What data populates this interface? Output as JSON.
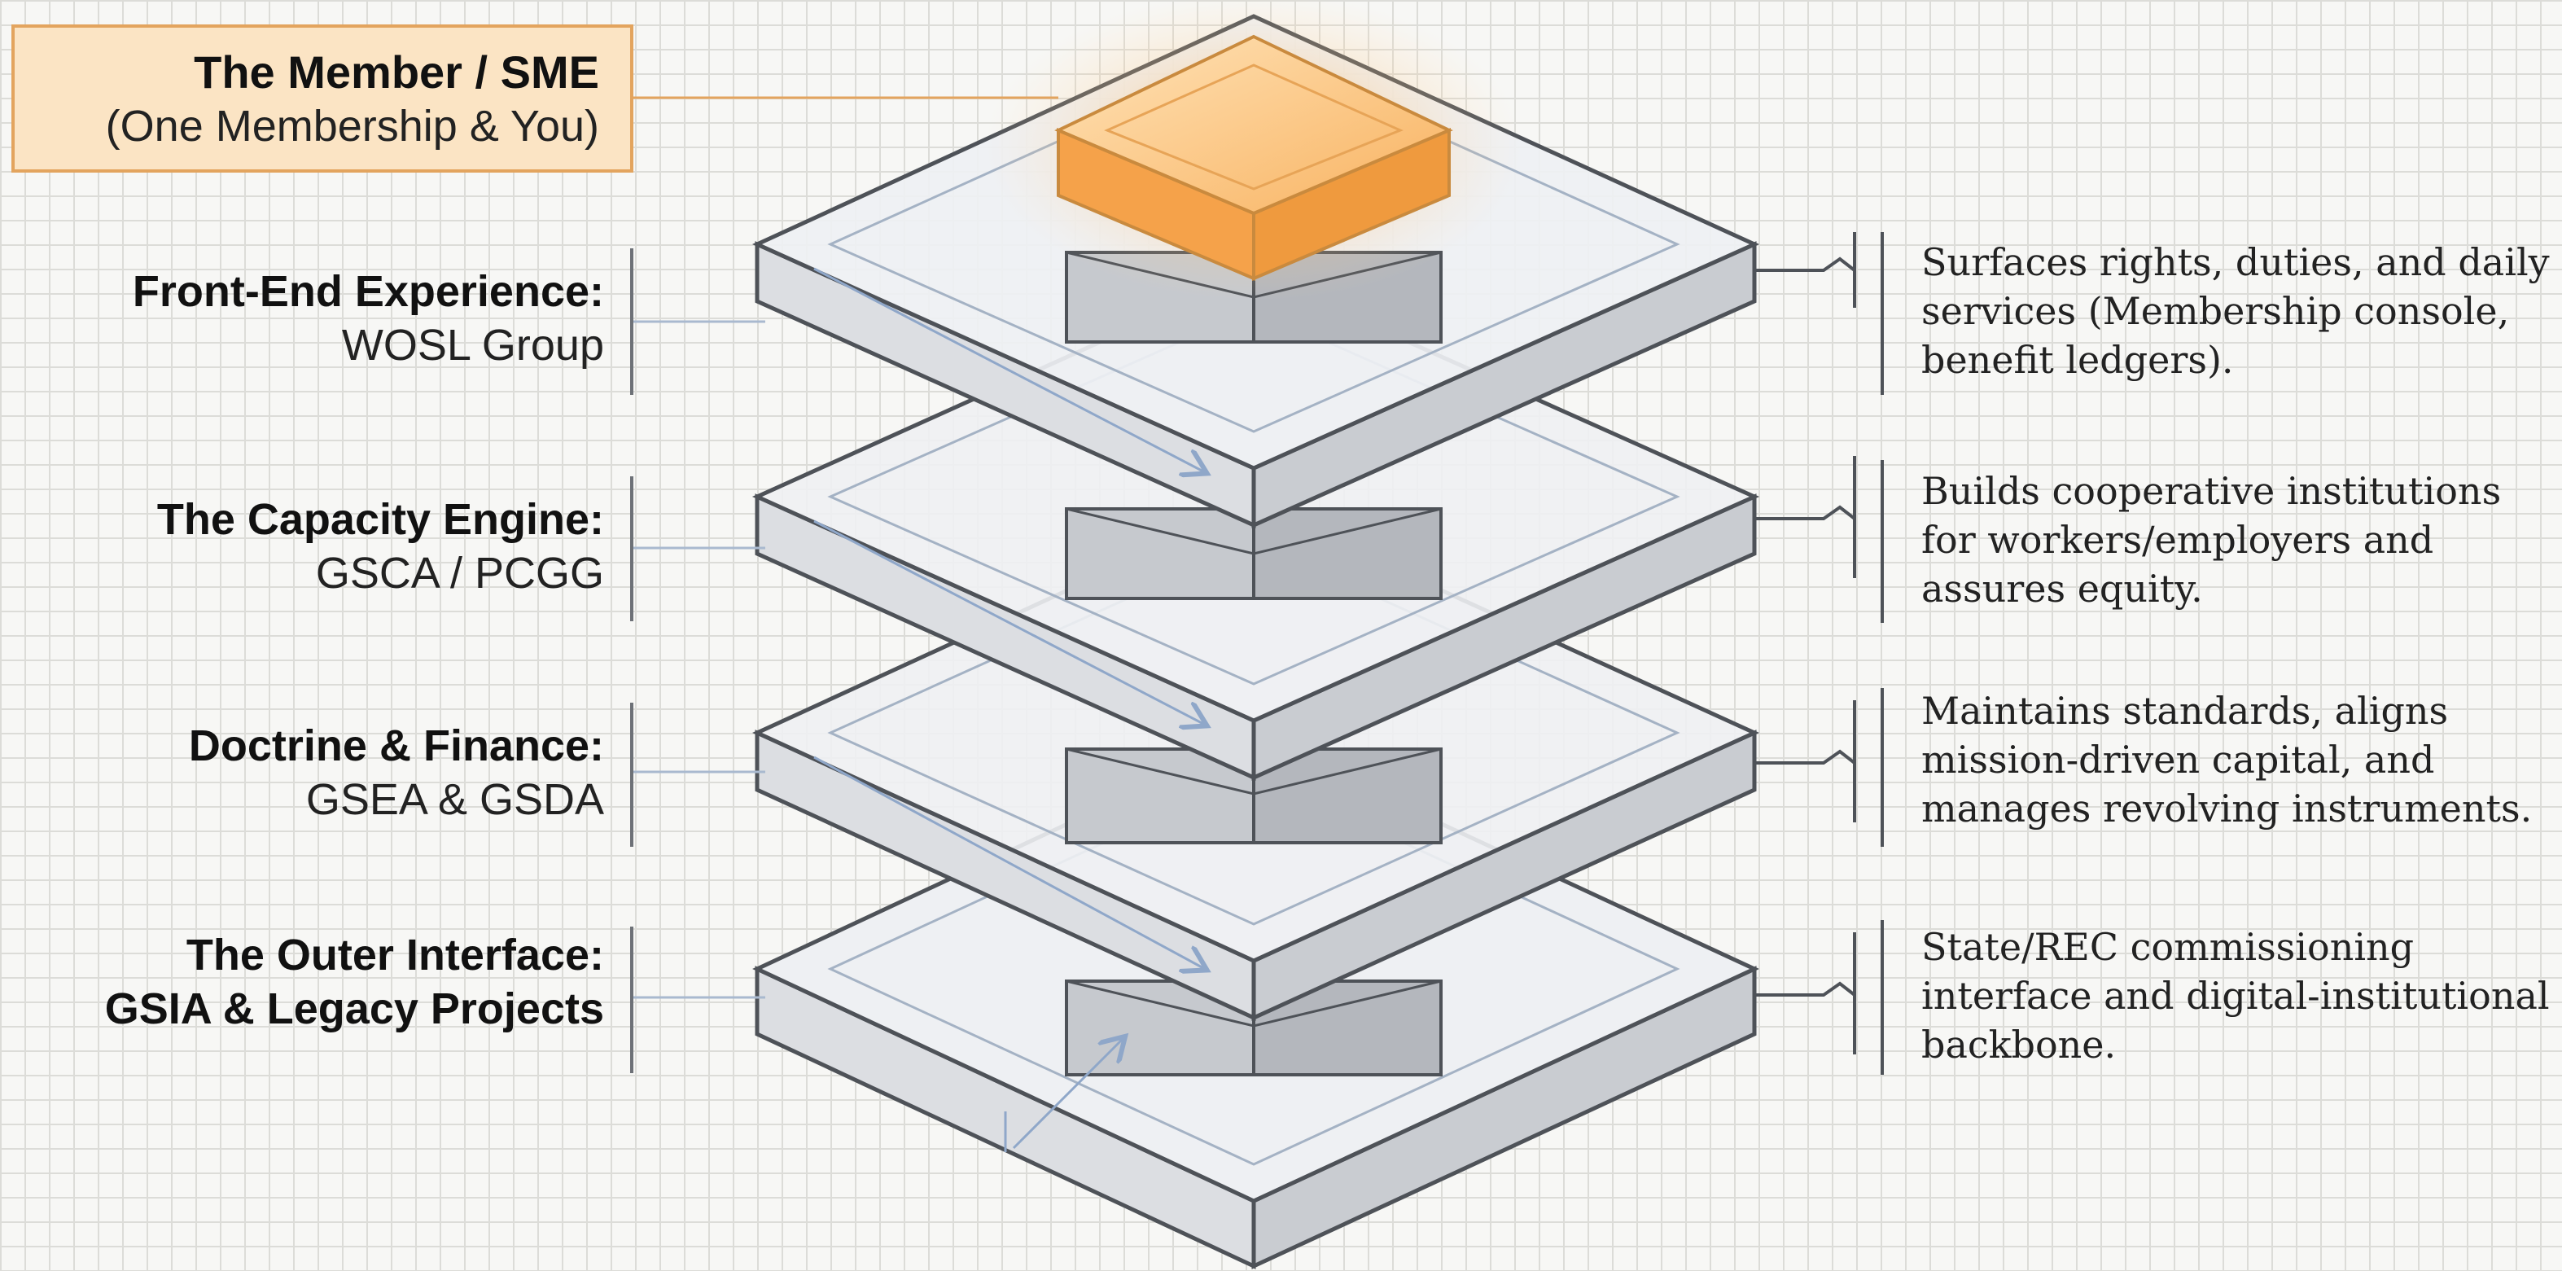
{
  "member": {
    "title": "The Member / SME",
    "subtitle": "(One Membership & You)"
  },
  "layers": [
    {
      "left_title": "Front-End Experience:",
      "left_sub": "WOSL Group",
      "description": [
        "Surfaces rights, duties, and daily",
        "services (Membership console,",
        "benefit ledgers)."
      ]
    },
    {
      "left_title": "The Capacity Engine:",
      "left_sub": "GSCA / PCGG",
      "description": [
        "Builds cooperative institutions",
        "for workers/employers and",
        "assures equity."
      ]
    },
    {
      "left_title": "Doctrine & Finance:",
      "left_sub": "GSEA & GSDA",
      "description": [
        "Maintains standards, aligns",
        "mission-driven capital, and",
        "manages revolving instruments."
      ]
    },
    {
      "left_title": "The Outer Interface:",
      "left_sub": "GSIA & Legacy Projects",
      "description": [
        "State/REC commissioning",
        "interface and digital-institutional",
        "backbone."
      ]
    }
  ],
  "colors": {
    "highlight_fill": "#f9b35f",
    "highlight_border": "#e3a45e",
    "plate_top": "#eef0f3",
    "plate_edge": "#4e5258",
    "core": "#b9bcc2"
  }
}
